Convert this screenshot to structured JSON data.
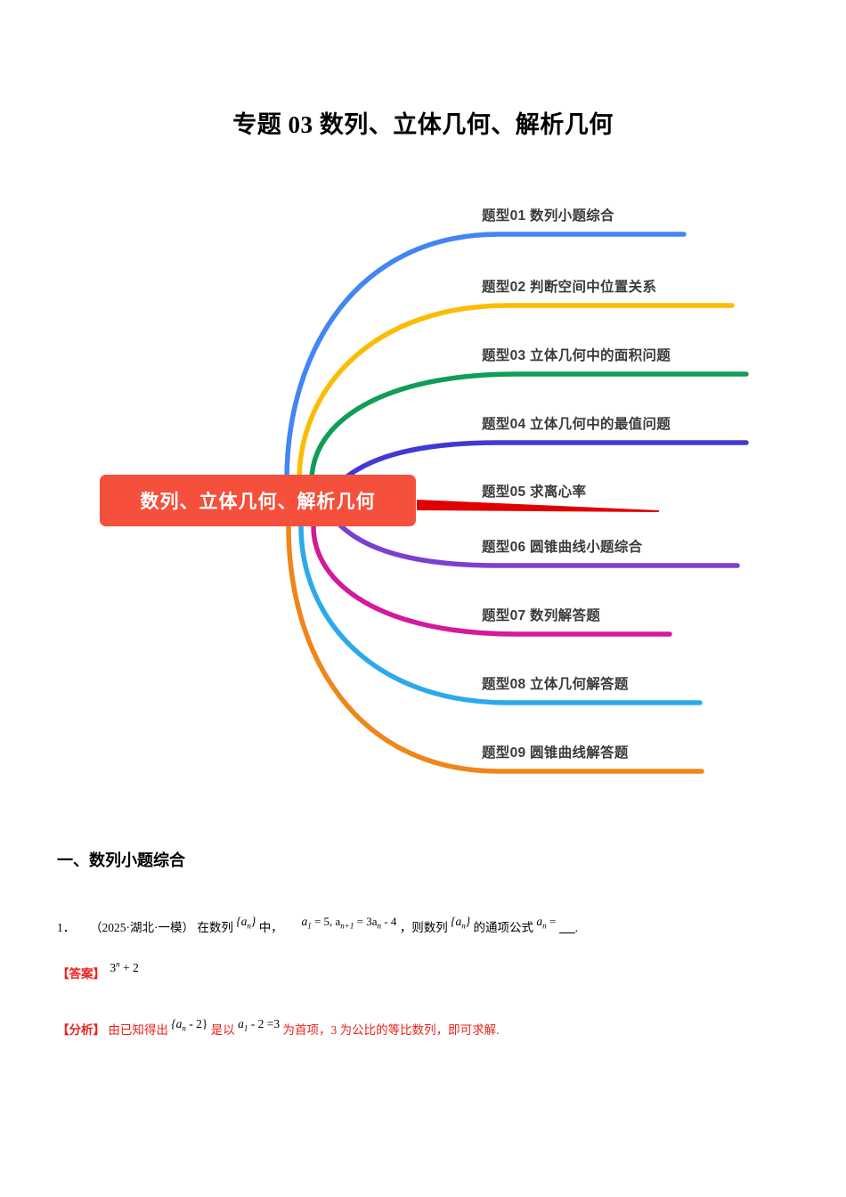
{
  "document": {
    "title": "专题 03 数列、立体几何、解析几何"
  },
  "mindmap": {
    "root_label": "数列、立体几何、解析几何",
    "root_color": "#F4503C",
    "branches": [
      {
        "label": "题型01 数列小题综合",
        "color": "#4285F4"
      },
      {
        "label": "题型02 判断空间中位置关系",
        "color": "#FBBC04"
      },
      {
        "label": "题型03 立体几何中的面积问题",
        "color": "#0F9D58"
      },
      {
        "label": "题型04 立体几何中的最值问题",
        "color": "#4039D4"
      },
      {
        "label": "题型05 求离心率",
        "color": "#E00000"
      },
      {
        "label": "题型06 圆锥曲线小题综合",
        "color": "#7D3FD0"
      },
      {
        "label": "题型07 数列解答题",
        "color": "#D4199B"
      },
      {
        "label": "题型08 立体几何解答题",
        "color": "#2BAAEA"
      },
      {
        "label": "题型09 圆锥曲线解答题",
        "color": "#F08519"
      }
    ]
  },
  "content": {
    "section_heading": "一、数列小题综合",
    "question": {
      "number": "1．",
      "source": "（2025·湖北·一模）",
      "text_a": "在数列",
      "seq_a": "{a",
      "seq_a_sub": "n",
      "seq_a_end": "}",
      "text_b": "中，",
      "formula": "a",
      "formula_sub1": "1",
      "formula_mid": " = 5, a",
      "formula_sub2": "n+1",
      "formula_mid2": " = 3a",
      "formula_sub3": "n",
      "formula_end": " - 4",
      "text_c": "，则数列",
      "text_d": "的通项公式",
      "formula_tail": "a",
      "formula_tail_sub": "n",
      "formula_tail_eq": " =",
      "period": "."
    },
    "answer": {
      "tag": "【答案】",
      "value_base": "3",
      "value_exp": "n",
      "value_rest": " + 2"
    },
    "analysis": {
      "tag": "【分析】",
      "part1": "由已知得出",
      "brace_open": "{a",
      "brace_sub": "n",
      "brace_rest": " - 2}",
      "part2": "是以",
      "f2_base": "a",
      "f2_sub": "1",
      "f2_rest": " - 2 =3",
      "part3": "为首项，3 为公比的等比数列，即可求解."
    }
  }
}
